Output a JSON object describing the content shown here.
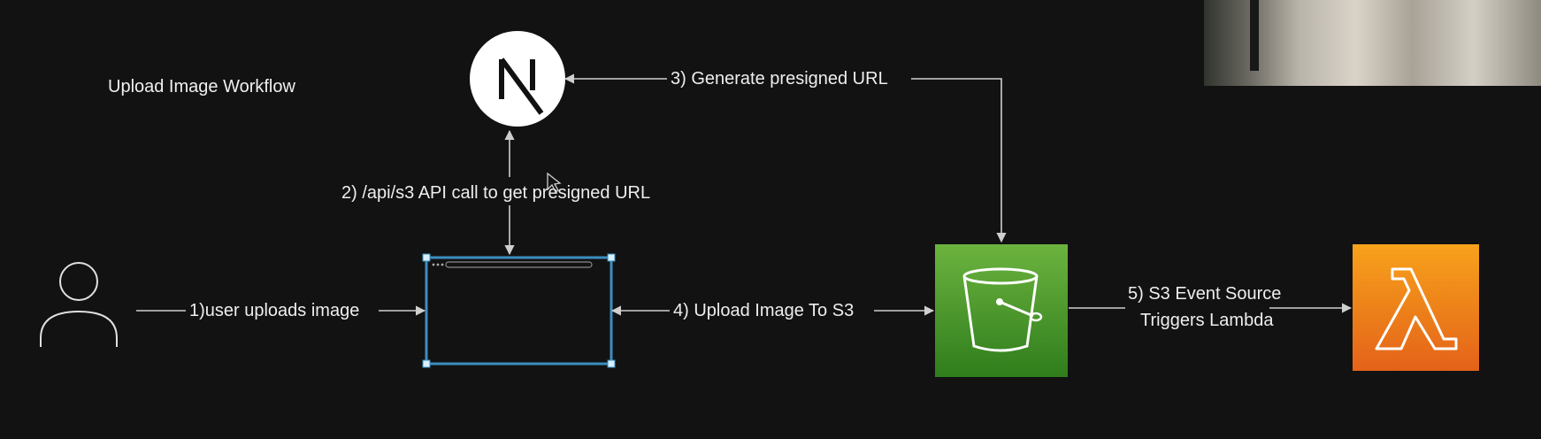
{
  "title": "Upload Image Workflow",
  "nodes": {
    "user": {
      "icon": "user-icon"
    },
    "nextjs": {
      "icon": "nextjs-logo-icon",
      "color": "#ffffff"
    },
    "browser": {
      "icon": "browser-window-icon",
      "color": "#3a8fbf"
    },
    "s3": {
      "icon": "s3-bucket-icon",
      "color": "#4f9a2e"
    },
    "lambda": {
      "icon": "lambda-icon",
      "color": "#f08a12"
    }
  },
  "steps": {
    "step1": "1)user uploads image",
    "step2": "2) /api/s3 API call to get presigned URL",
    "step3": "3) Generate presigned URL",
    "step4": "4) Upload Image To S3",
    "step5_line1": "5) S3 Event Source",
    "step5_line2": "Triggers Lambda"
  }
}
